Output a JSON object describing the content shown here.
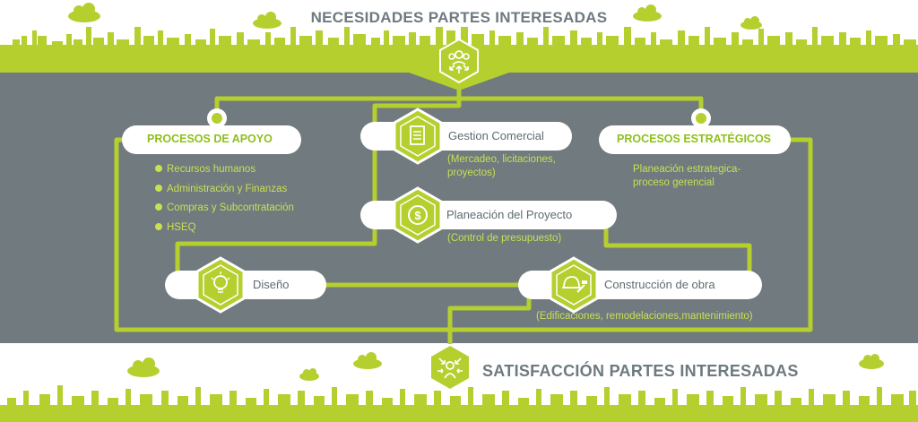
{
  "header": {
    "title": "NECESIDADES PARTES INTERESADAS"
  },
  "footer": {
    "title": "SATISFACCIÓN PARTES INTERESADAS"
  },
  "apoyo": {
    "title": "PROCESOS DE APOYO",
    "items": [
      "Recursos humanos",
      "Administración y Finanzas",
      "Compras y Subcontratación",
      "HSEQ"
    ]
  },
  "estrategicos": {
    "title": "PROCESOS ESTRATÉGICOS",
    "description": "Planeación estrategica-proceso gerencial"
  },
  "gestion": {
    "label": "Gestion Comercial",
    "detail": "(Mercadeo, licitaciones, proyectos)",
    "icon": "document-icon"
  },
  "planeacion": {
    "label": "Planeación del Proyecto",
    "detail": "(Control de presupuesto)",
    "icon": "dollar-icon"
  },
  "diseno": {
    "label": "Diseño",
    "icon": "lightbulb-icon"
  },
  "construccion": {
    "label": "Construcción de obra",
    "detail": "(Edificaciones, remodelaciones,mantenimiento)",
    "icon": "hardhat-icon"
  },
  "colors": {
    "accent": "#a8c92a",
    "panel": "#707a7f",
    "text_gray": "#6d7a80",
    "light_green": "#c8e052"
  },
  "icons": {
    "top": "people-icon",
    "bottom": "person-arrows-icon",
    "decor": "cloud-icon"
  }
}
